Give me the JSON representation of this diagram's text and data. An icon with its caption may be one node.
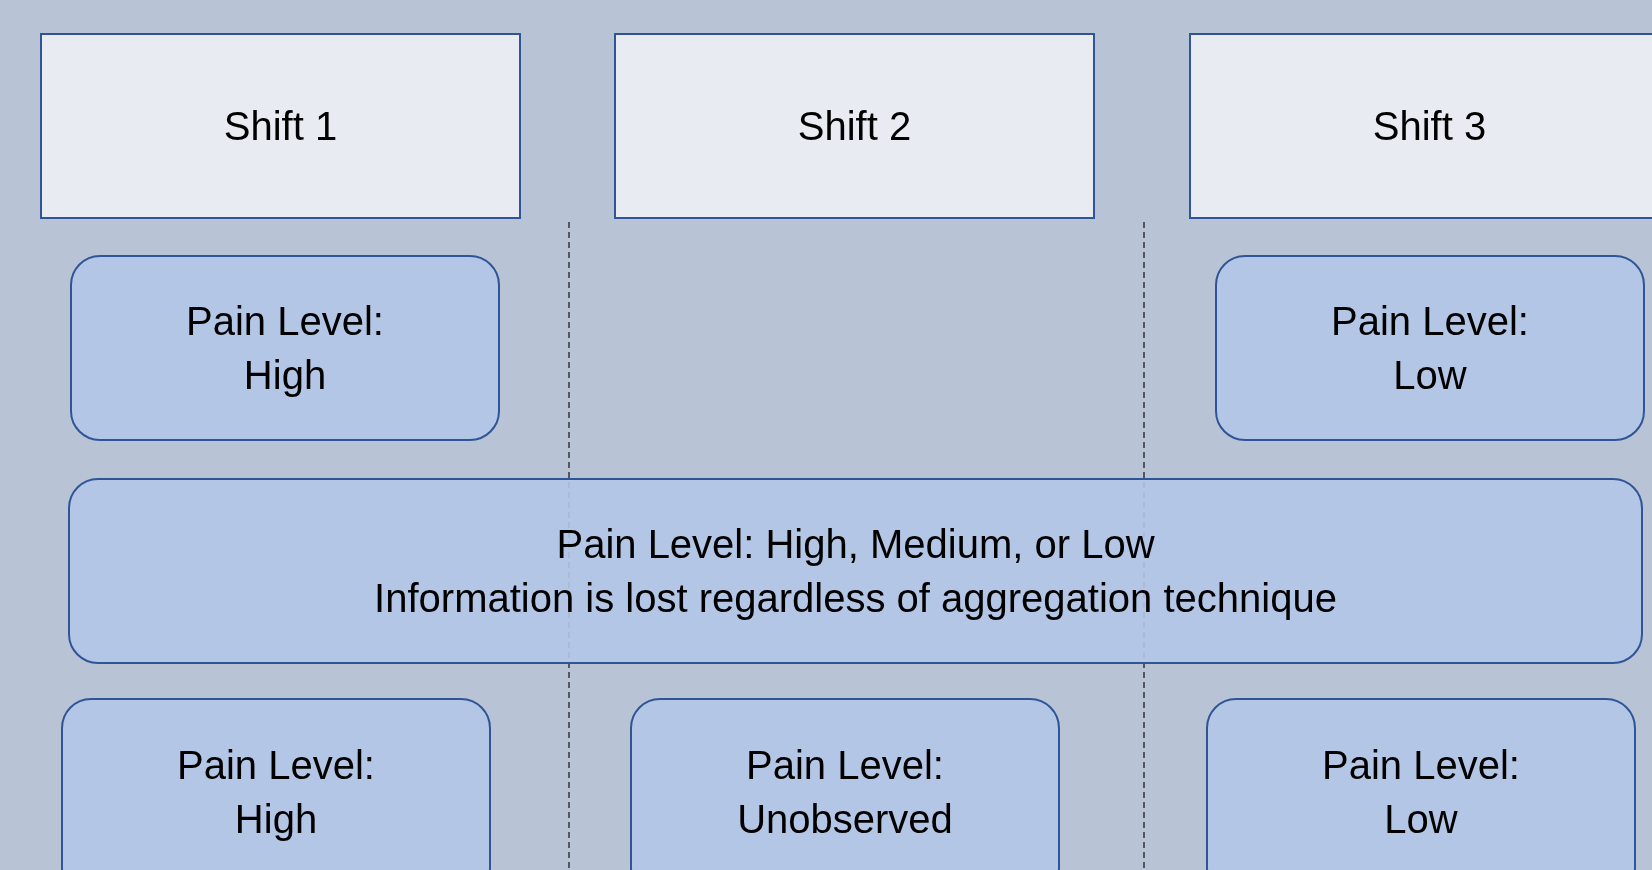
{
  "diagram": {
    "nodes": [
      {
        "text": [
          "Shift 1"
        ]
      },
      {
        "text": [
          "Shift 2"
        ]
      },
      {
        "text": [
          "Shift 3"
        ]
      },
      {
        "text": [
          "Pain Level: High"
        ]
      },
      {
        "text": [
          "Pain Level: Low"
        ]
      },
      {
        "text": [
          "Pain Level: High, Medium, or Low",
          "Information is lost regardless of aggregation technique"
        ]
      },
      {
        "text": [
          "Pain Level: High"
        ]
      },
      {
        "text": [
          "Pain Level: Unobserved"
        ]
      },
      {
        "text": [
          "Pain Level: Low"
        ]
      }
    ]
  }
}
